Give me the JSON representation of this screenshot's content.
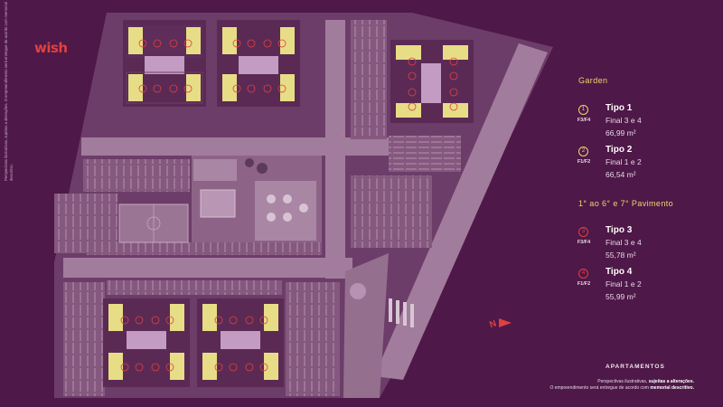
{
  "brand": {
    "logo_text": "wish"
  },
  "vertical_note": "Perspectivas ilustrativas, sujeitas a alterações. O empreendimento será entregue de acordo com memorial descritivo.",
  "legend": {
    "garden_title": "Garden",
    "pavimento_title": "1° ao 6° e 7° Pavimento",
    "garden_units": [
      {
        "number": "1",
        "floors": "F3/F4",
        "tipo": "Tipo 1",
        "final": "Final 3 e 4",
        "area": "66,99 m²"
      },
      {
        "number": "2",
        "floors": "F1/F2",
        "tipo": "Tipo 2",
        "final": "Final 1 e 2",
        "area": "66,54 m²"
      }
    ],
    "pavimento_units": [
      {
        "number": "3",
        "floors": "F3/F4",
        "tipo": "Tipo 3",
        "final": "Final 3 e 4",
        "area": "55,78 m²"
      },
      {
        "number": "4",
        "floors": "F1/F2",
        "tipo": "Tipo 4",
        "final": "Final 1 e 2",
        "area": "55,99 m²"
      }
    ]
  },
  "apartamentos_label": "APARTAMENTOS",
  "footer": {
    "line1_plain": "Perspectivas ilustrativas, ",
    "line1_bold": "sujeitas a alterações.",
    "line2_plain": "O empreendimento será entregue de acordo com ",
    "line2_bold": "memorial descritivo."
  },
  "compass": {
    "letter": "N",
    "arrow_color": "#e0413f"
  },
  "colors": {
    "background": "#4e1848",
    "site": "#7b4a78",
    "roof": "#e7dd86",
    "unit_ring": "#e0413f",
    "accent_yellow": "#efd66f"
  }
}
